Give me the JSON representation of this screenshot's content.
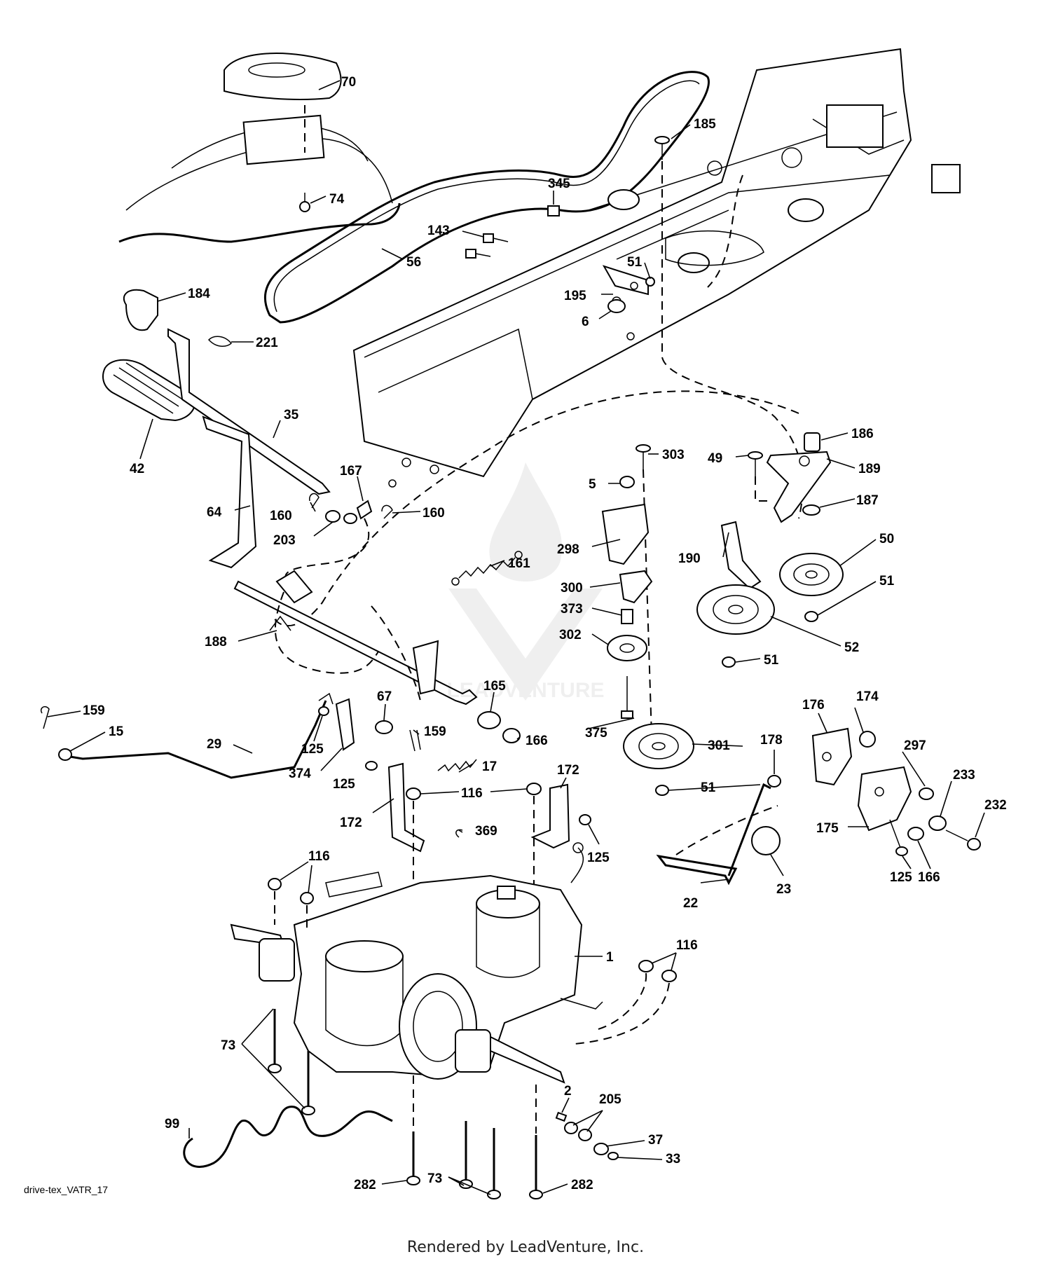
{
  "figure_id": "drive-tex_VATR_17",
  "footer": "Rendered by LeadVenture, Inc.",
  "watermark_text": "LEADVENTURE",
  "callouts": [
    "70",
    "185",
    "74",
    "345",
    "143",
    "56",
    "51",
    "195",
    "6",
    "184",
    "221",
    "35",
    "42",
    "167",
    "64",
    "160",
    "160",
    "203",
    "161",
    "298",
    "303",
    "5",
    "49",
    "186",
    "189",
    "187",
    "50",
    "51",
    "190",
    "300",
    "373",
    "302",
    "52",
    "51",
    "188",
    "159",
    "15",
    "67",
    "165",
    "29",
    "125",
    "374",
    "159",
    "166",
    "17",
    "375",
    "301",
    "51",
    "176",
    "174",
    "178",
    "297",
    "233",
    "232",
    "125",
    "172",
    "116",
    "172",
    "369",
    "125",
    "175",
    "125",
    "166",
    "23",
    "22",
    "116",
    "1",
    "116",
    "73",
    "2",
    "205",
    "37",
    "33",
    "99",
    "73",
    "282",
    "282"
  ]
}
